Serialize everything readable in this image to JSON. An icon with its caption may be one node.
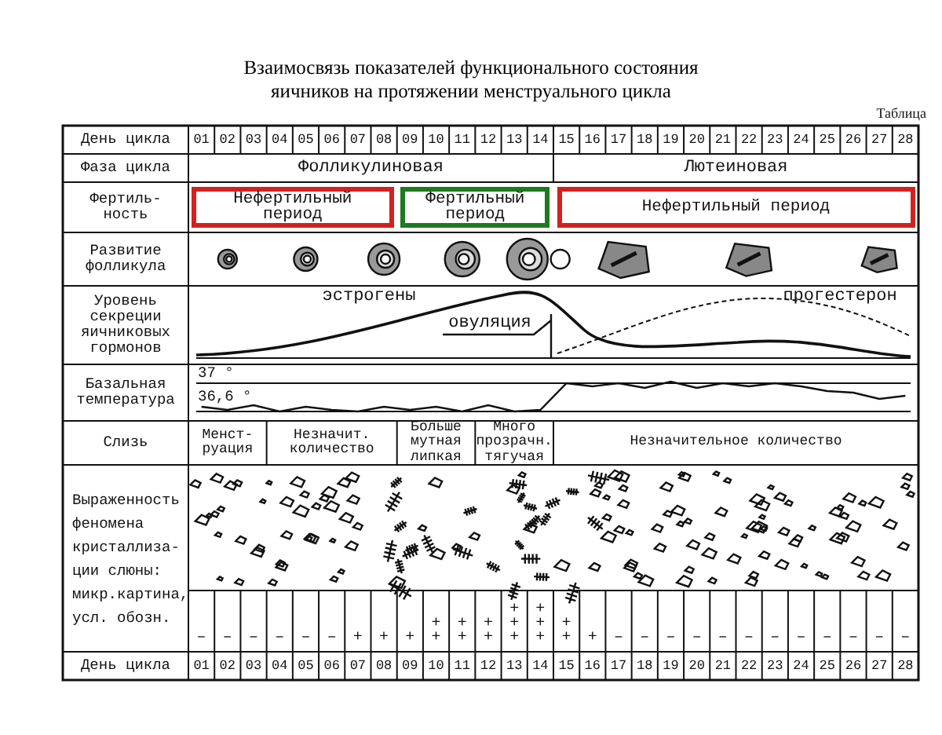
{
  "diagram": {
    "title": "Взаимосвязь показателей функционального состояния яичников на протяжении менструального цикла",
    "labels": [
      "Таблица",
      "День цикла",
      "01",
      "02",
      "03",
      "04",
      "05",
      "06",
      "07",
      "08",
      "09",
      "10",
      "11",
      "12",
      "13",
      "14",
      "15",
      "16",
      "17",
      "18",
      "19",
      "20",
      "21",
      "22",
      "23",
      "24",
      "25",
      "26",
      "27",
      "28",
      "Фаза цикла",
      "Фолликулиновая",
      "Лютеиновая",
      "Фертиль- ность",
      "Нефертильный период",
      "Фертильный период",
      "Нефертильный период",
      "Развитие фолликула",
      "Уровень секреции яичниковых гормонов",
      "эстрогены",
      "прогестерон",
      "овуляция",
      "Базальная температура",
      "37 °",
      "36,6 °",
      "Слизь",
      "Менст- руация",
      "Незначит. количество",
      "Больше мутная липкая",
      "Много прозрачн. тягучая",
      "Незначительное количество",
      "Выраженность феномена кристаллиза- ции слюны: микр.картина, усл. обозн.",
      "–",
      "–",
      "–",
      "–",
      "–",
      "–",
      "+",
      "+",
      "+",
      "+ +",
      "+ +",
      "+ +",
      "+ + +",
      "+ + +",
      "+ +",
      "+",
      "–",
      "–",
      "–",
      "–",
      "–",
      "–",
      "–",
      "–",
      "–",
      "–",
      "–",
      "–",
      "День цикла",
      "01",
      "02",
      "03",
      "04",
      "05",
      "06",
      "07",
      "08",
      "09",
      "10",
      "11",
      "12",
      "13",
      "14",
      "15",
      "16",
      "17",
      "18",
      "19",
      "20",
      "21",
      "22",
      "23",
      "24",
      "25",
      "26",
      "27",
      "28"
    ]
  }
}
